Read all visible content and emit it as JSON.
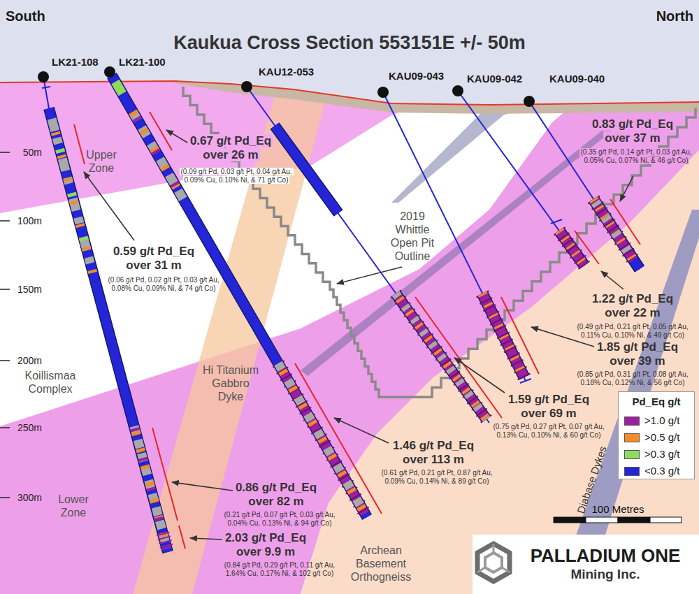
{
  "diagram": {
    "title": "Kaukua Cross Section 553151E +/- 50m",
    "nodes": [
      {
        "text": [
          "PALLADIUM ONE",
          "Mining Inc."
        ]
      }
    ],
    "labels": [
      "South",
      "North",
      "LK21-108",
      "LK21-100",
      "KAU12-053",
      "KAU09-043",
      "KAU09-042",
      "KAU09-040",
      "50m",
      "100m",
      "150m",
      "200m",
      "250m",
      "300m",
      "Upper Zone",
      "0.67 g/t Pd_Eq over 26 m",
      "(0.09 g/t Pd, 0.03 g/t Pt, 0.04 g/t Au, 0.09% Cu, 0.10% Ni, & 71 g/t Co)",
      "0.83 g/t Pd_Eq over 37 m",
      "(0.35 g/t Pd, 0.14 g/t Pt, 0.03 g/t Au, 0.05% Cu, 0.07% Ni, & 46 g/t Co)",
      "2019 Whittle Open Pit Outline",
      "0.59 g/t Pd_Eq over 31 m",
      "(0.06 g/t Pd, 0.02 g/t Pt, 0.03 g/t Au, 0.08% Cu, 0.09% Ni, & 74 g/t Co)",
      "1.22 g/t Pd_Eq over 22 m",
      "(0.49 g/t Pd, 0.21 g/t Pt, 0.05 g/t Au, 0.11% Cu, 0.10% Ni, & 49 g/t Co)",
      "1.85 g/t Pd_Eq over 39 m",
      "(0.85 g/t Pd, 0.31 g/t Pt, 0.08 g/t Au, 0.18% Cu, 0.12% Ni, & 56 g/t Co)",
      "Hi Titanium Gabbro Dyke",
      "Koillismaa Complex",
      "1.59 g/t Pd_Eq over 69 m",
      "(0.75 g/t Pd, 0.27 g/t Pt, 0.07 g/t Au, 0.13% Cu, 0.10% Ni, & 60 g/t Co)",
      "Pd_Eq g/t",
      "1.46 g/t Pd_Eq over 113 m",
      "(0.61 g/t Pd, 0.21 g/t Pt, 0.87 g/t Au, 0.09% Cu, 0.14% Ni, & 89 g/t Co)",
      "Diabase Dykes",
      "0.86 g/t Pd_Eq over 82 m",
      "(0.21 g/t Pd, 0.07 g/t Pt, 0.03 g/t Au, 0.04% Cu, 0.13% Ni, & 94 g/t Co)",
      "Lower Zone",
      "100 Metres",
      "2.03 g/t Pd_Eq over 9.9 m",
      "(0.84 g/t Pd, 0.29 g/t Pt, 0.11 g/t Au, 1.64% Cu, 0.17% Ni, & 102 g/t Co)",
      "Archean Basement Orthogneiss"
    ],
    "legend": [
      {
        "text": ">1.0 g/t",
        "color": "#9b1f9f"
      },
      {
        "text": ">0.5 g/t",
        "color": "#f28c28"
      },
      {
        "text": ">0.3 g/t",
        "color": "#8ddc5f"
      },
      {
        "text": "<0.3 g/t",
        "color": "#2525d8"
      }
    ]
  }
}
